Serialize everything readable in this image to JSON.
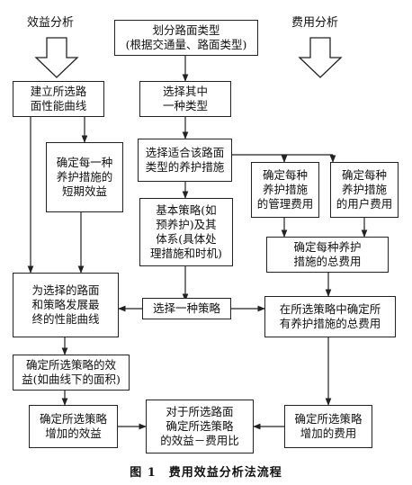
{
  "headers": {
    "benefit_analysis": "效益分析",
    "cost_analysis": "费用分析"
  },
  "boxes": {
    "classify": [
      "划分路面类型",
      "(根据交通量、路面类型)"
    ],
    "build_curve": [
      "建立所选路",
      "面性能曲线"
    ],
    "choose_type": [
      "选择其中",
      "一种类型"
    ],
    "short_benefit": [
      "确定每一种",
      "养护措施的",
      "短期效益"
    ],
    "choose_measures": [
      "选择适合该路面",
      "类型的养护措施"
    ],
    "mgmt_cost": [
      "确定每种",
      "养护措施",
      "的管理费用"
    ],
    "user_cost": [
      "确定每种",
      "养护措施",
      "的用户费用"
    ],
    "strategy": [
      "基本策略(如",
      "预养护)及其",
      "体系(具体处",
      "理措施和时机)"
    ],
    "total_cost": [
      "确定每种养护",
      "措施的总费用"
    ],
    "final_curve": [
      "为选择的路面",
      "和策略发展最",
      "终的性能曲线"
    ],
    "pick_strategy": [
      "选择一种策略"
    ],
    "strategy_cost": [
      "在所选策略中确定所",
      "有养护措施的总费用"
    ],
    "strategy_benefit": [
      "确定所选策略的效",
      "益(如曲线下的面积)"
    ],
    "added_benefit": [
      "确定所选策略",
      "增加的效益"
    ],
    "ratio": [
      "对于所选路面",
      "确定所选策略",
      "的效益－费用比"
    ],
    "added_cost": [
      "确定所选策略",
      "增加的费用"
    ]
  },
  "caption": "图 1　费用效益分析法流程"
}
